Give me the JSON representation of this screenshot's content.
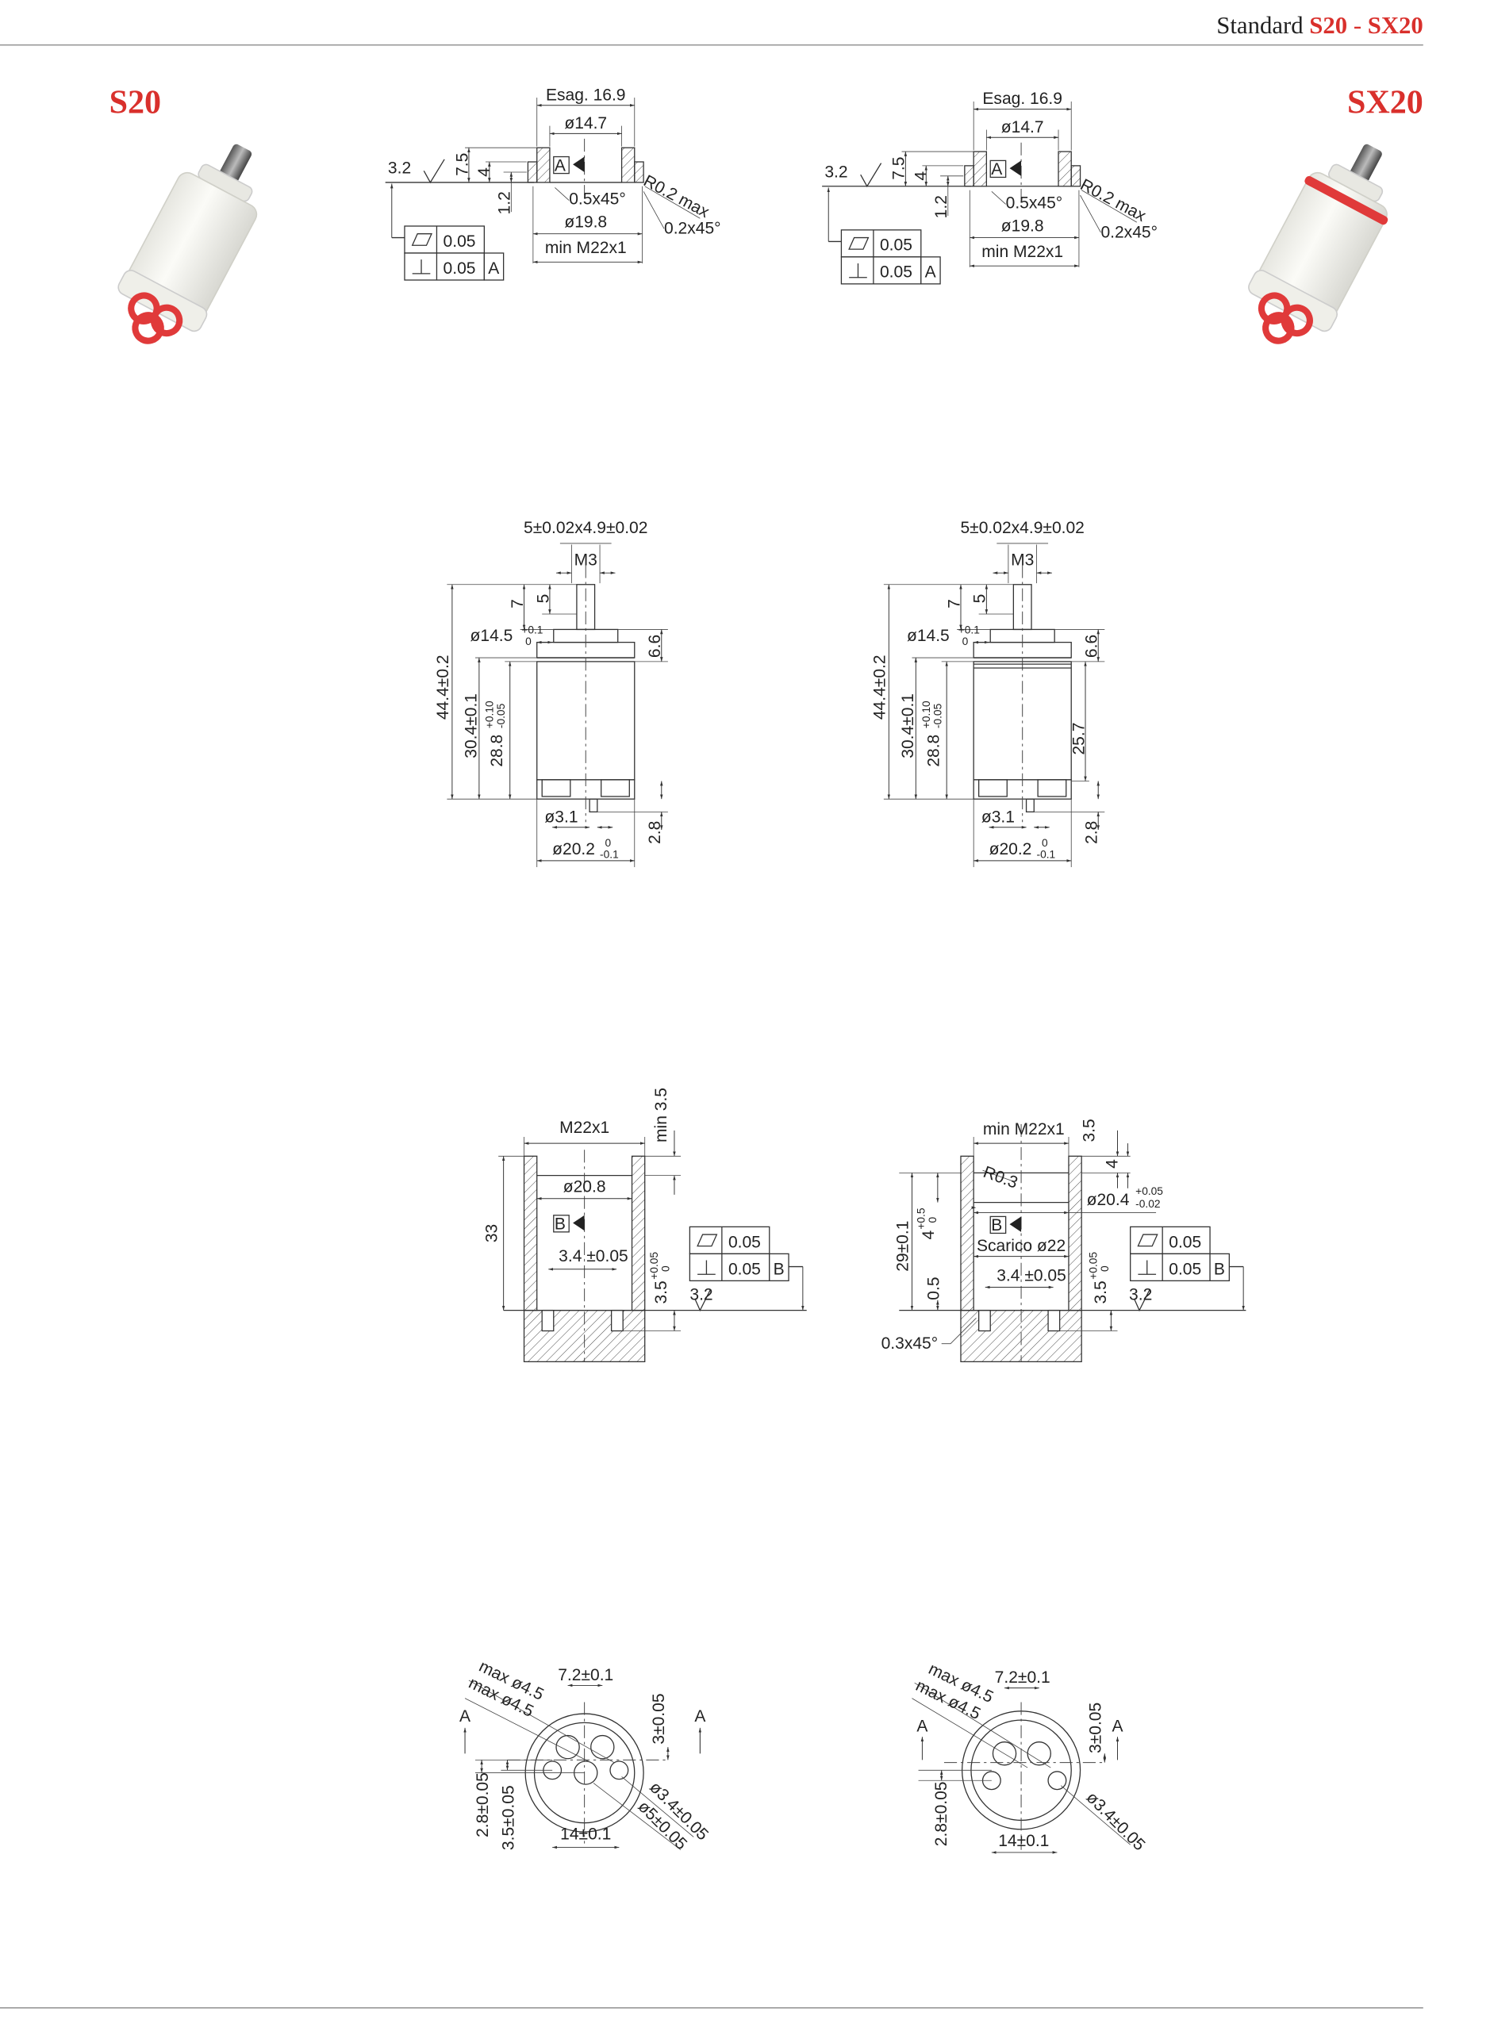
{
  "header": {
    "prefix": "Standard",
    "model_a": "S20",
    "separator": "-",
    "model_b": "SX20"
  },
  "products": [
    {
      "name": "S20",
      "ring_color": "#e03a3a"
    },
    {
      "name": "SX20",
      "ring_color": "#e03a3a"
    }
  ],
  "colors": {
    "accent": "#d9302c",
    "line": "#333333"
  },
  "seat_drawings": [
    {
      "esag": "Esag. 16.9",
      "d_inner": "ø14.7",
      "radius": "R0.2 max",
      "chamfer_in": "0.5x45°",
      "d_seat": "ø19.8",
      "chamfer_out": "0.2x45°",
      "thread": "min M22x1",
      "roughness": "3.2",
      "h_total": "7.5",
      "h_mid": "4",
      "h_low": "1.2",
      "flatness": "0.05",
      "perpendicularity": "0.05",
      "datum": "A"
    },
    {
      "esag": "Esag. 16.9",
      "d_inner": "ø14.7",
      "radius": "R0.2 max",
      "chamfer_in": "0.5x45°",
      "d_seat": "ø19.8",
      "chamfer_out": "0.2x45°",
      "thread": "min M22x1",
      "roughness": "3.2",
      "h_total": "7.5",
      "h_mid": "4",
      "h_low": "1.2",
      "flatness": "0.05",
      "perpendicularity": "0.05",
      "datum": "A"
    }
  ],
  "side_drawings": [
    {
      "stem": "5±0.02x4.9±0.02",
      "screw": "M3",
      "h7": "7",
      "h5": "5",
      "d_collar": "ø14.5",
      "d_collar_tol_up": "+0.1",
      "d_collar_tol_low": "0",
      "h_collar": "6.6",
      "h_total": "44.4±0.2",
      "h_body": "30.4±0.1",
      "h_inner": "28.8",
      "h_inner_tol_up": "+0.10",
      "h_inner_tol_low": "-0.05",
      "d_pin": "ø3.1",
      "d_body": "ø20.2",
      "d_body_tol_up": "0",
      "d_body_tol_low": "-0.1",
      "h_pin": "2.8"
    },
    {
      "stem": "5±0.02x4.9±0.02",
      "screw": "M3",
      "h7": "7",
      "h5": "5",
      "d_collar": "ø14.5",
      "d_collar_tol_up": "+0.1",
      "d_collar_tol_low": "0",
      "h_collar": "6.6",
      "h_total": "44.4±0.2",
      "h_body": "30.4±0.1",
      "h_inner": "28.8",
      "h_inner_tol_up": "+0.10",
      "h_inner_tol_low": "-0.05",
      "d_pin": "ø3.1",
      "d_body": "ø20.2",
      "d_body_tol_up": "0",
      "d_body_tol_low": "-0.1",
      "h_pin": "2.8",
      "h_side": "25.7"
    }
  ],
  "section_left": {
    "thread": "M22x1",
    "min_depth": "min 3.5",
    "d_bore": "ø20.8",
    "datum": "B",
    "pin_spacing": "3.4 ±0.05",
    "depth": "33",
    "pin_depth": "3.5",
    "pin_tol_up": "+0.05",
    "pin_tol_low": "0",
    "flatness": "0.05",
    "perpendicularity": "0.05",
    "datum_ref": "B",
    "roughness": "3.2"
  },
  "section_right": {
    "thread": "min M22x1",
    "h_top": "3.5",
    "h_groove": "4",
    "radius": "R0.3",
    "d_bore": "ø20.4",
    "d_tol_up": "+0.05",
    "d_tol_low": "-0.02",
    "datum": "B",
    "drain": "Scarico ø22",
    "pin_spacing": "3.4 ±0.05",
    "depth": "29±0.1",
    "h4": "4",
    "h4_tol_up": "+0.5",
    "h4_tol_low": "0",
    "h05": "0.5",
    "chamfer": "0.3x45°",
    "pin_depth": "3.5",
    "pin_tol_up": "+0.05",
    "pin_tol_low": "0",
    "flatness": "0.05",
    "perpendicularity": "0.05",
    "datum_ref": "B",
    "roughness": "3.2"
  },
  "bottom_left": {
    "max1": "max ø4.5",
    "max2": "max ø4.5",
    "spacing": "7.2±0.1",
    "offset": "3±0.05",
    "sect_a1": "A",
    "sect_a2": "A",
    "y1": "2.8±0.05",
    "y2": "3.5±0.05",
    "x_span": "14±0.1",
    "d_small": "ø3.4±0.05",
    "d_big": "ø5±0.05"
  },
  "bottom_right": {
    "max1": "max ø4.5",
    "max2": "max ø4.5",
    "spacing": "7.2±0.1",
    "offset": "3±0.05",
    "sect_a1": "A",
    "sect_a2": "A",
    "y1": "2.8±0.05",
    "x_span": "14±0.1",
    "d_small": "ø3.4±0.05"
  }
}
